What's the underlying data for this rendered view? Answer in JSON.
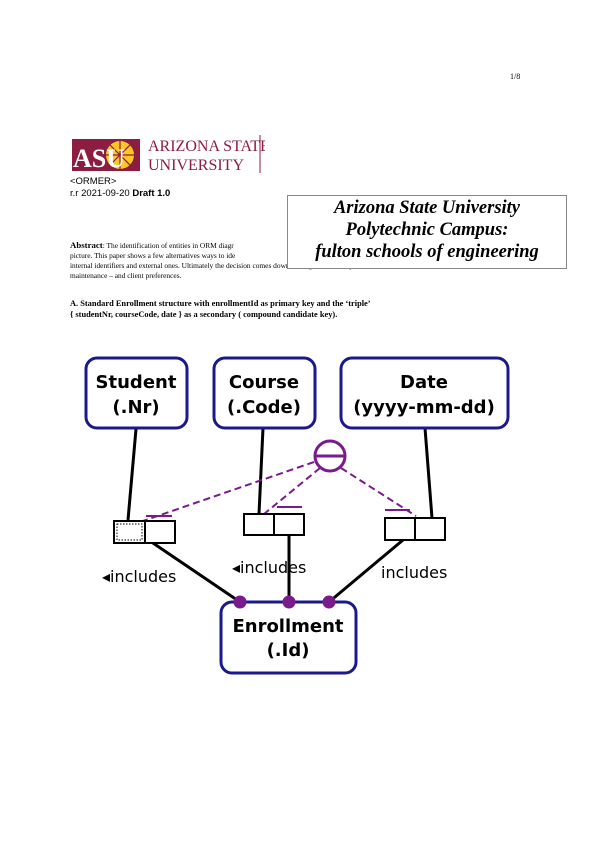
{
  "page_number": "1/8",
  "logo": {
    "wordmark_line1": "ARIZONA STATE",
    "wordmark_line2": "UNIVERSITY",
    "monogram": "ASU"
  },
  "ormer_tag": "<ORMER>",
  "meta": {
    "prefix": "r.r 2021-09-20 ",
    "draft": "Draft 1.0"
  },
  "overlay": {
    "line1": "Arizona State University",
    "line2": "Polytechnic Campus:",
    "line3": "fulton schools of engineering"
  },
  "abstract": {
    "heading": "Abstract",
    "line1": ": The identification of entities in ORM diagr",
    "line2": "picture. This paper shows a few alternatives ways to ide",
    "line3": "internal identifiers and external ones. Ultimately the decision comes down to long term stability and ease of",
    "line4": "maintenance – and client preferences."
  },
  "section_a": {
    "line1": "A. Standard Enrollment structure with enrollmentId as primary key and the ‘triple’",
    "line2": "{ studentNr, courseCode, date } as a secondary ( compound candidate key)."
  },
  "diagram": {
    "entities": [
      {
        "name": "Student",
        "ref": "(.Nr)"
      },
      {
        "name": "Course",
        "ref": "(.Code)"
      },
      {
        "name": "Date",
        "ref": "(yyyy-mm-dd)"
      },
      {
        "name": "Enrollment",
        "ref": "(.Id)"
      }
    ],
    "readings": [
      "◂includes",
      "◂includes",
      "includes"
    ],
    "colors": {
      "constraint": "#7b1a8c",
      "entity_border": "#1a1a8c",
      "asu_maroon": "#8c1d40",
      "asu_gold": "#ffc627"
    }
  }
}
